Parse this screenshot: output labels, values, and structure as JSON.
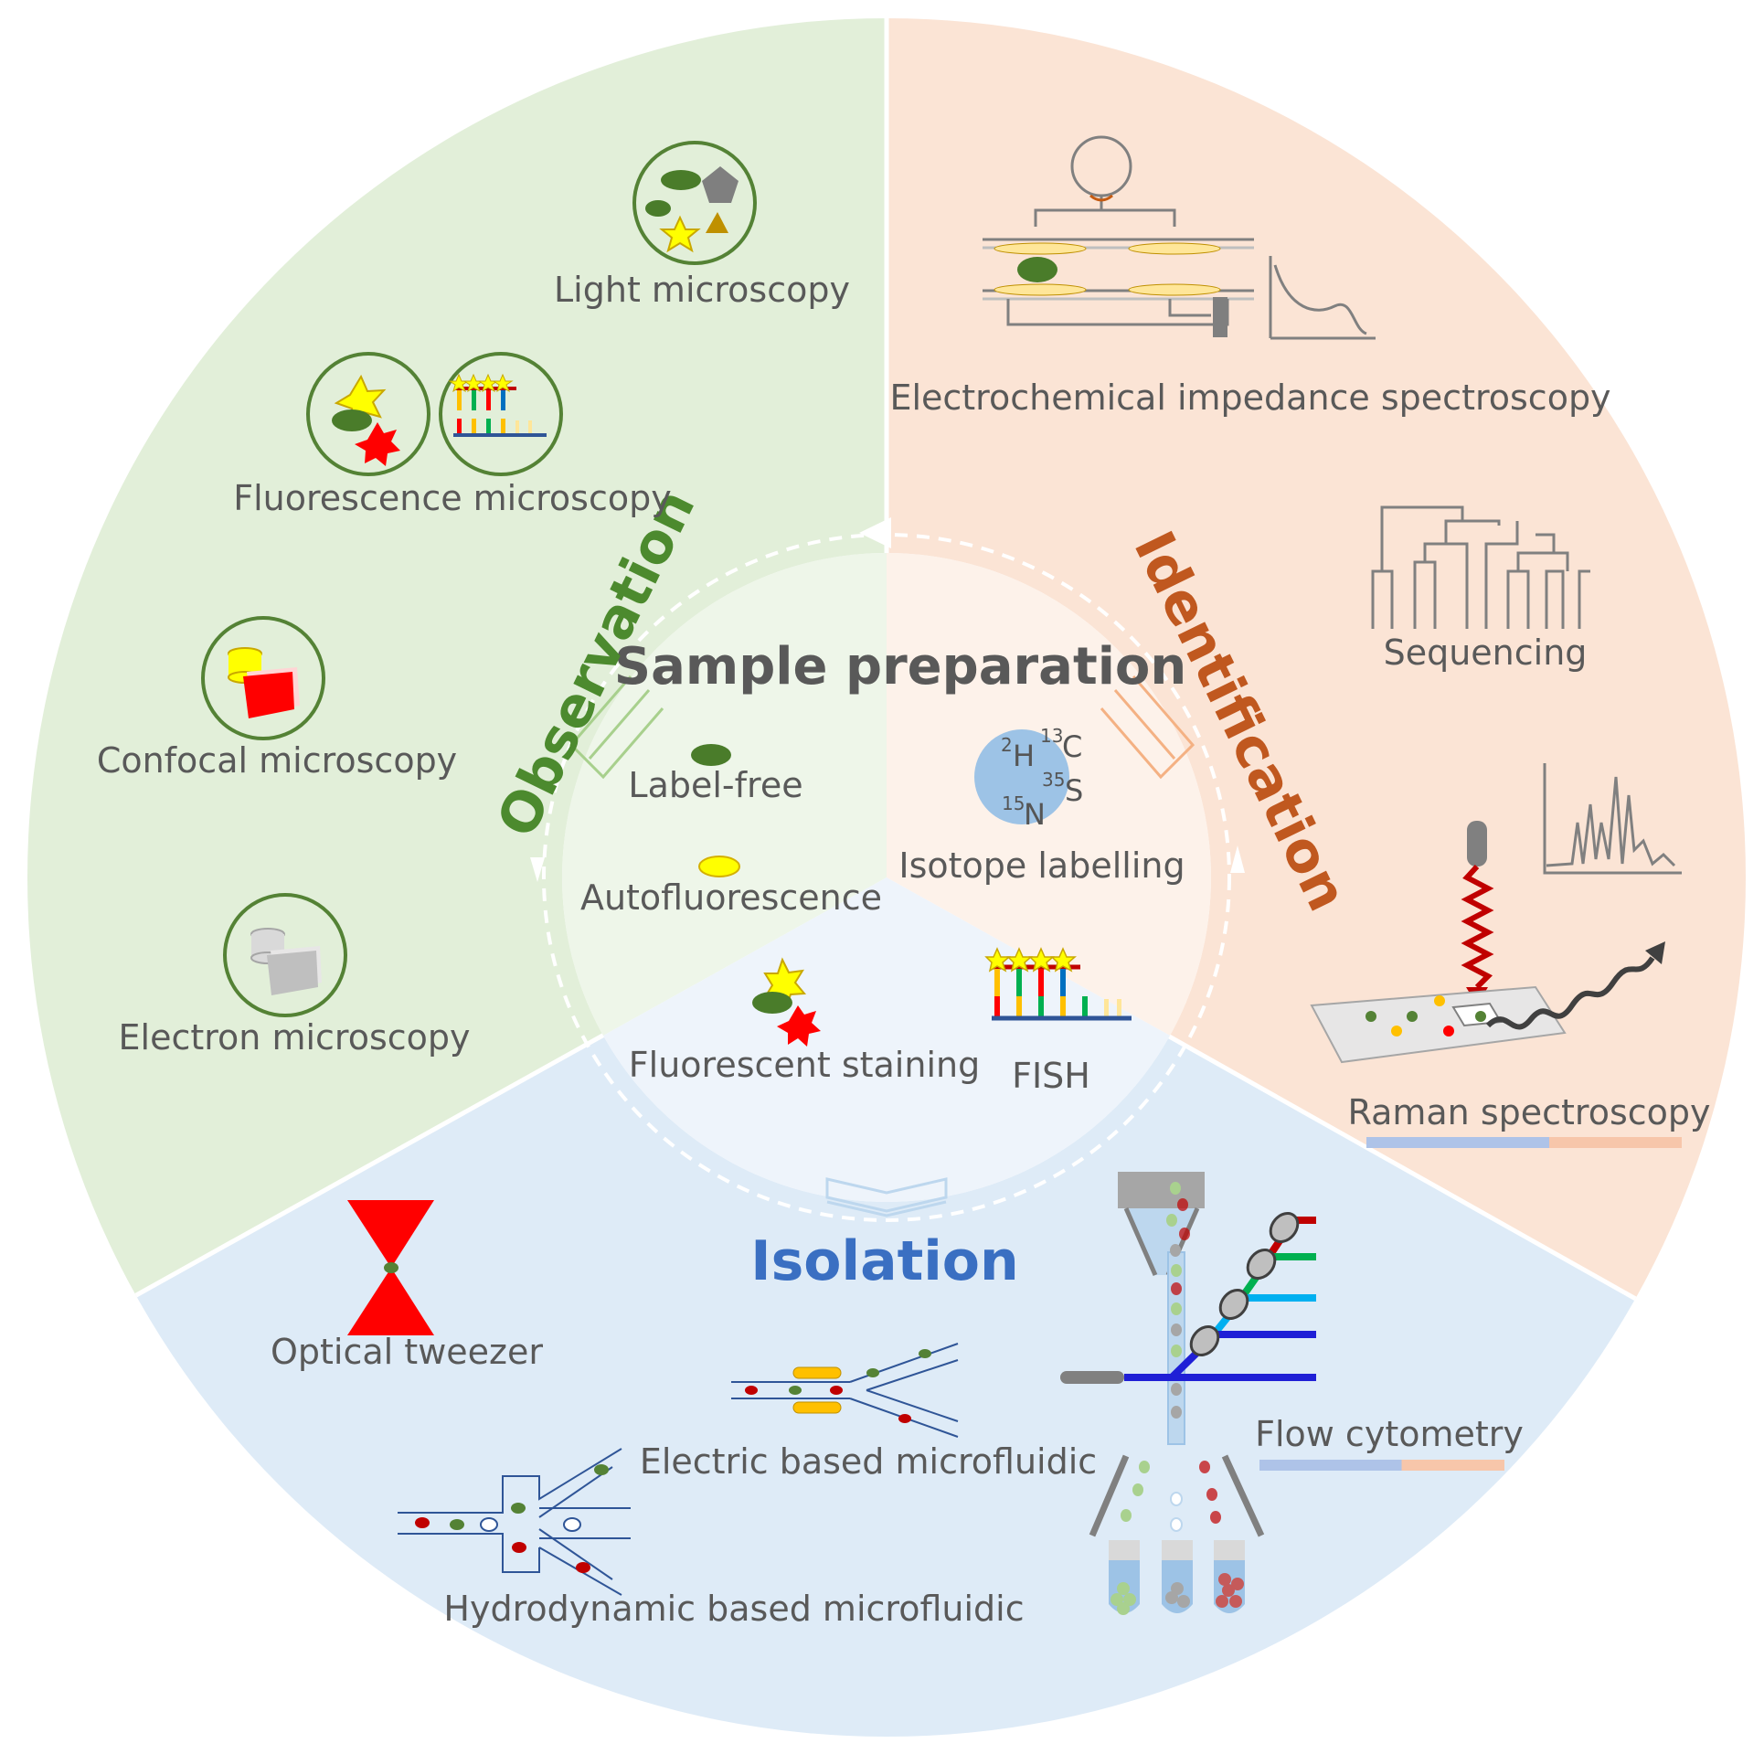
{
  "colors": {
    "observation_bg": "#e2efd9",
    "identification_bg": "#fbe4d5",
    "isolation_bg": "#deebf7",
    "observation_accent": "#4c8a2e",
    "identification_accent": "#c0581f",
    "isolation_accent": "#3a6fc2",
    "text": "#595959"
  },
  "center": {
    "title": "Sample preparation",
    "items": {
      "label_free": "Label-free",
      "autofluorescence": "Autofluorescence",
      "isotope_labelling": "Isotope labelling",
      "fluorescent_staining": "Fluorescent staining",
      "fish": "FISH"
    },
    "isotopes": {
      "h2_mass": "2",
      "h2_symbol": "H",
      "c13_mass": "13",
      "c13_symbol": "C",
      "s35_mass": "35",
      "s35_symbol": "S",
      "n15_mass": "15",
      "n15_symbol": "N"
    }
  },
  "sections": {
    "observation": {
      "title": "Observation",
      "methods": {
        "light": "Light microscopy",
        "fluorescence": "Fluorescence microscopy",
        "confocal": "Confocal microscopy",
        "electron": "Electron microscopy"
      }
    },
    "identification": {
      "title": "Identification",
      "methods": {
        "eis": "Electrochemical impedance spectroscopy",
        "sequencing": "Sequencing",
        "raman": "Raman spectroscopy"
      }
    },
    "isolation": {
      "title": "Isolation",
      "methods": {
        "optical_tweezer": "Optical tweezer",
        "electric_microfluidic": "Electric based microfluidic",
        "hydrodynamic_microfluidic": "Hydrodynamic based microfluidic",
        "flow_cytometry": "Flow cytometry"
      }
    }
  }
}
